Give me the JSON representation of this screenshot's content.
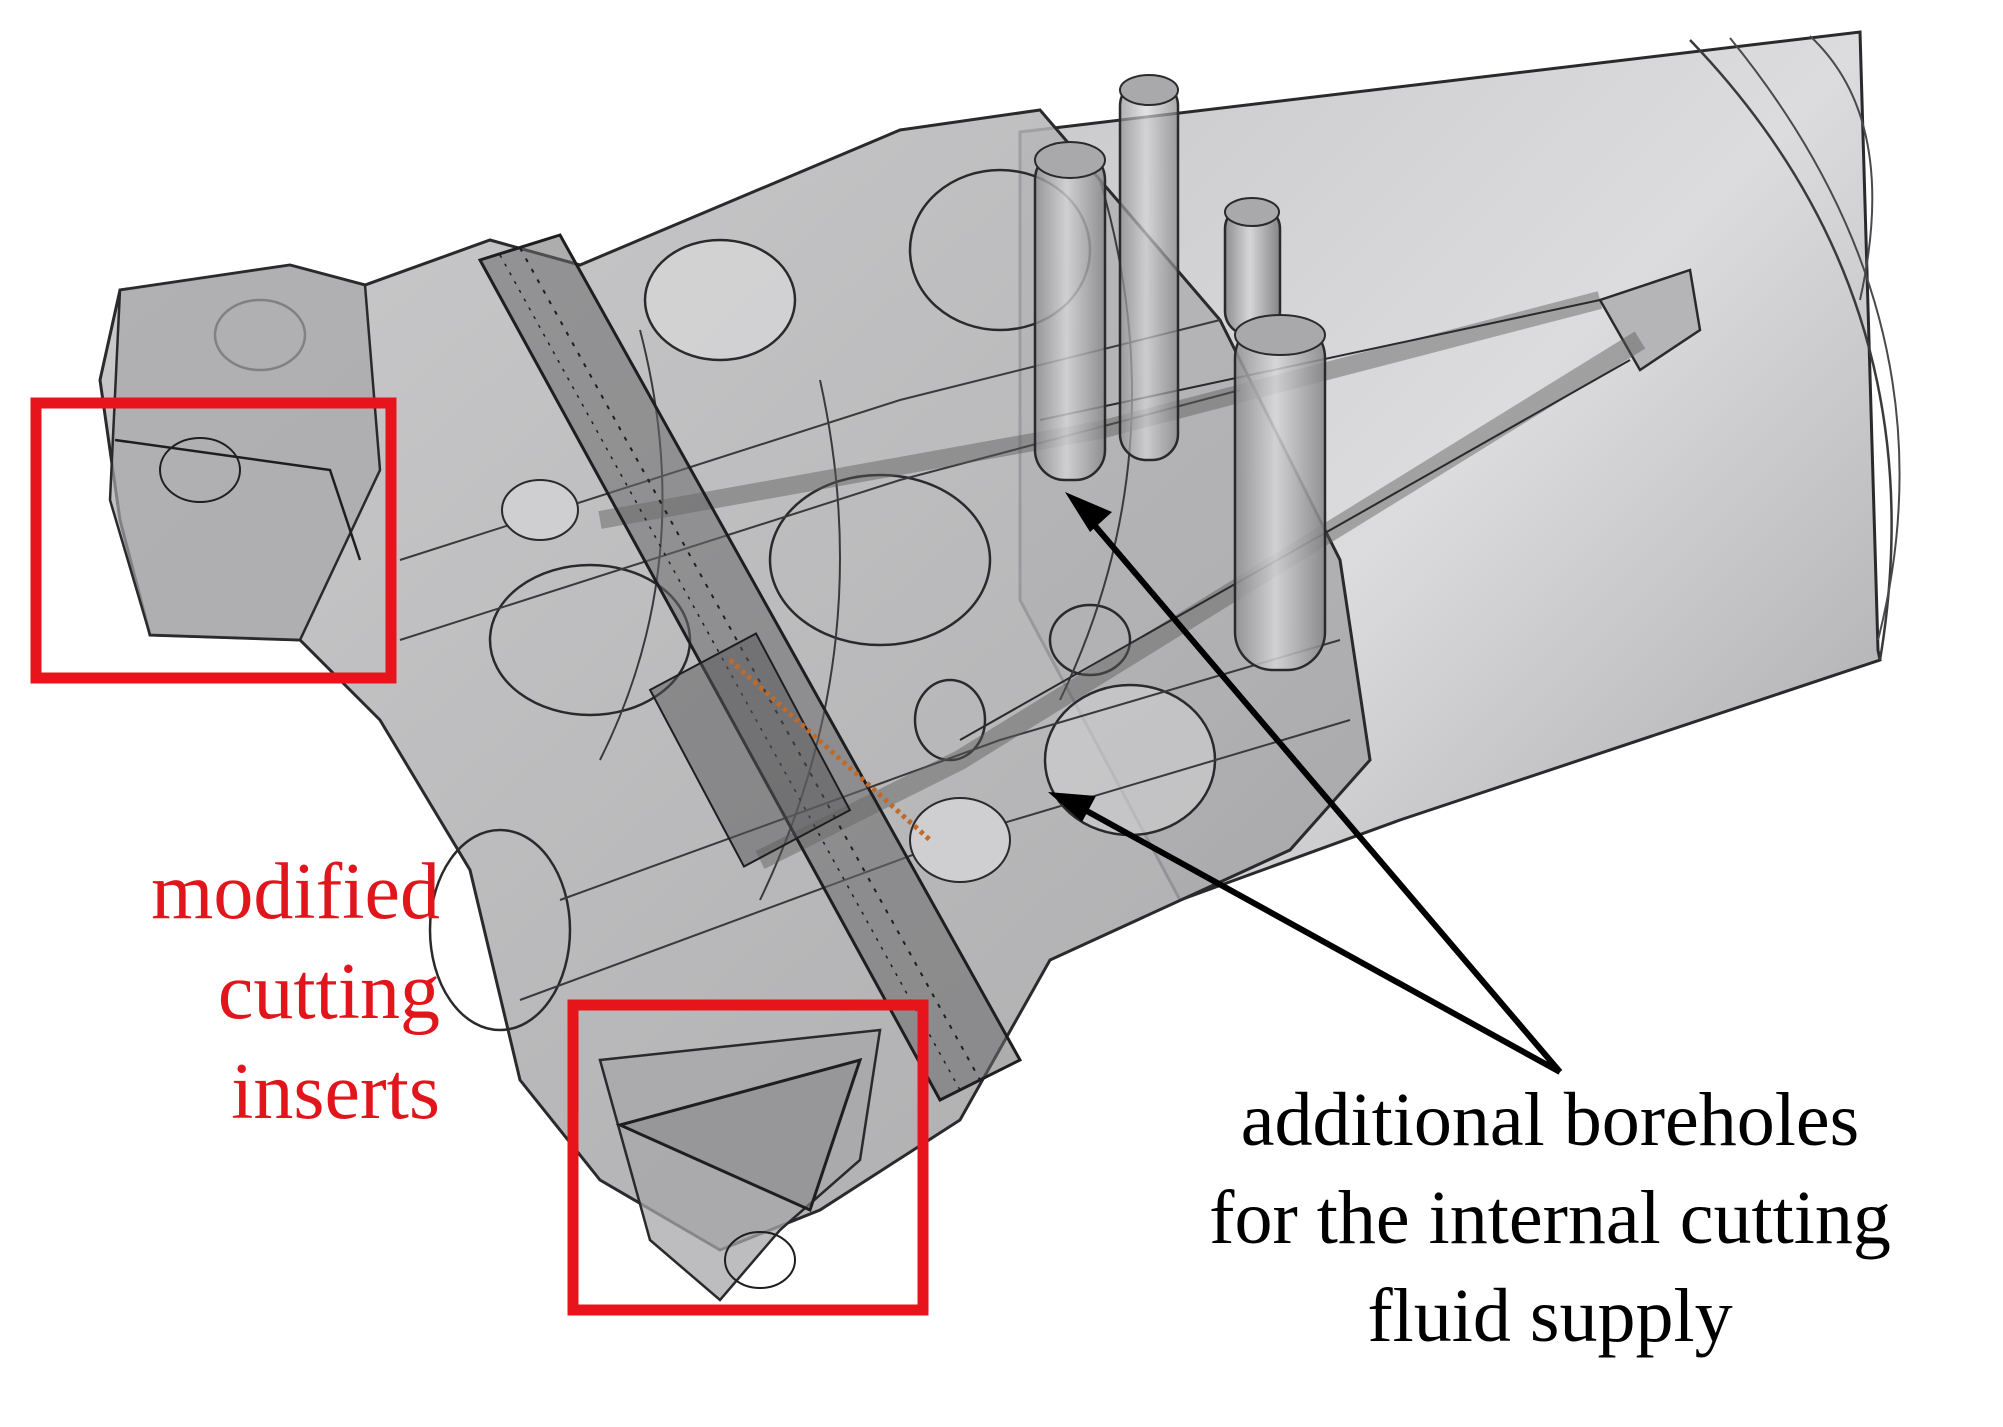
{
  "figure": {
    "annotations": {
      "inserts_label": [
        "modified",
        "cutting",
        "inserts"
      ],
      "boreholes_label": [
        "additional boreholes",
        "for the internal cutting",
        "fluid supply"
      ]
    },
    "colors": {
      "highlight_box": "#e8141c",
      "inserts_text": "#e0161c",
      "boreholes_text": "#000000",
      "body_shading": "#b9b9bb",
      "edge_lines": "#2a2a2c",
      "coolant_channel": "#c06a2a"
    }
  }
}
